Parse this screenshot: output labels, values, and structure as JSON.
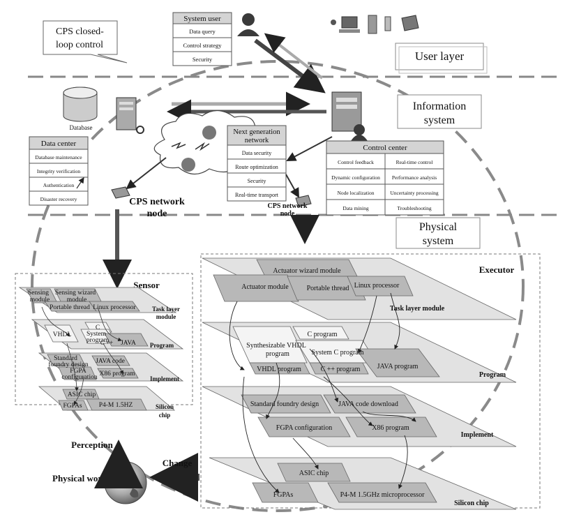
{
  "cps_loop": {
    "label_line1": "CPS closed-",
    "label_line2": "loop control"
  },
  "system_user": {
    "title": "System user",
    "items": [
      "Data query",
      "Control strategy",
      "Security"
    ]
  },
  "layers": {
    "user": "User layer",
    "information_line1": "Information",
    "information_line2": "system",
    "physical_line1": "Physical",
    "physical_line2": "system"
  },
  "database_label": "Database",
  "data_center": {
    "title": "Data center",
    "items": [
      "Database maintenance",
      "Integrity verification",
      "Authentication",
      "Disaster recovery"
    ]
  },
  "next_gen": {
    "title_line1": "Next generation",
    "title_line2": "network",
    "items": [
      "Data security",
      "Route optimization",
      "Security",
      "Real-time transport"
    ]
  },
  "control_center": {
    "title": "Control center",
    "left": [
      "Control feedback",
      "Dynamic configuration",
      "Node localization",
      "Data mining"
    ],
    "right": [
      "Real-time control",
      "Performance analysis",
      "Uncertainty processing",
      "Troubleshooting"
    ]
  },
  "cps_node_left": {
    "line1": "CPS network",
    "line2": "node"
  },
  "cps_node_mid": {
    "line1": "CPS network",
    "line2": "node"
  },
  "sensor": {
    "title": "Sensor",
    "layer_task_line1": "Task layer",
    "layer_task_line2": "module",
    "layer_program": "Program",
    "layer_implement": "Implement",
    "layer_silicon_line1": "Silicon",
    "layer_silicon_line2": "chip",
    "task_items": {
      "sensing_module_1": "Sensing",
      "sensing_module_2": "module",
      "wizard_1": "Sensing wizard",
      "wizard_2": "module",
      "portable": "Portable thread",
      "linux": "Linux processor"
    },
    "program_items": {
      "vhdl": "VHDL",
      "c": "C",
      "system_1": "System",
      "system_2": "program",
      "cpp": "C ++",
      "java": "JAVA"
    },
    "implement_items": {
      "std_1": "Standard",
      "std_2": "foundry design",
      "java_code": "JAVA code",
      "fpga_1": "FGPA",
      "fpga_2": "configuration",
      "x86": "X86 program"
    },
    "silicon_items": {
      "asic": "ASIC chip",
      "fpgas": "FGPAs",
      "p4": "P4-M 1.5HZ"
    }
  },
  "executor": {
    "title": "Executor",
    "layer_task": "Task layer module",
    "layer_program": "Program",
    "layer_implement": "Implement",
    "layer_silicon": "Silicon chip",
    "task_items": {
      "actuator": "Actuator module",
      "wizard": "Actuator wizard module",
      "portable": "Portable thread",
      "linux": "Linux processor"
    },
    "program_items": {
      "synth_1": "Synthesizable VHDL",
      "synth_2": "program",
      "c_program": "C program",
      "system_c": "System C program",
      "vhdl_program": "VHDL program",
      "cpp_program": "C ++ program",
      "java_program": "JAVA program"
    },
    "implement_items": {
      "std": "Standard foundry design",
      "java_dl": "JAVA code download",
      "fpga": "FGPA configuration",
      "x86": "X86 program"
    },
    "silicon_items": {
      "asic": "ASIC chip",
      "fpgas": "FGPAs",
      "p4": "P4-M 1.5GHz microprocessor"
    }
  },
  "perception": "Perception",
  "change": "Change",
  "physical_world": "Physical world"
}
